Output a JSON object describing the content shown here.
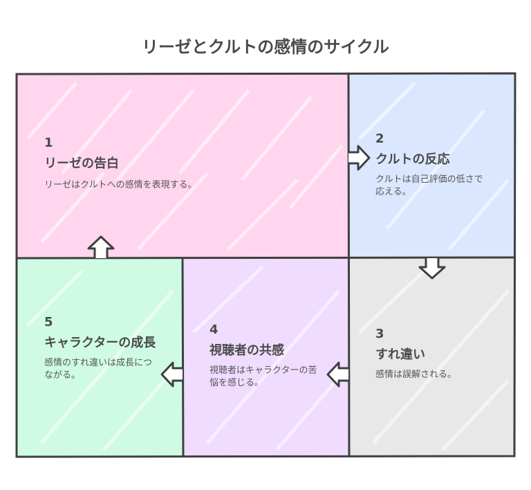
{
  "title": "リーゼとクルトの感情のサイクル",
  "steps": [
    {
      "number": "1",
      "heading": "リーゼの告白",
      "description": "リーゼはクルトへの感情を表現する。",
      "color": "#ffd6ee"
    },
    {
      "number": "2",
      "heading": "クルトの反応",
      "description": "クルトは自己評価の低さで応える。",
      "color": "#dbe7ff"
    },
    {
      "number": "3",
      "heading": "すれ違い",
      "description": "感情は誤解される。",
      "color": "#e8e8e8"
    },
    {
      "number": "4",
      "heading": "視聴者の共感",
      "description": "視聴者はキャラクターの苦悩を感じる。",
      "color": "#efdcff"
    },
    {
      "number": "5",
      "heading": "キャラクターの成長",
      "description": "感情のすれ違いは成長につながる。",
      "color": "#cffbe4"
    }
  ],
  "colors": {
    "border": "#3f3f3f",
    "text": "#4a4a4a"
  }
}
